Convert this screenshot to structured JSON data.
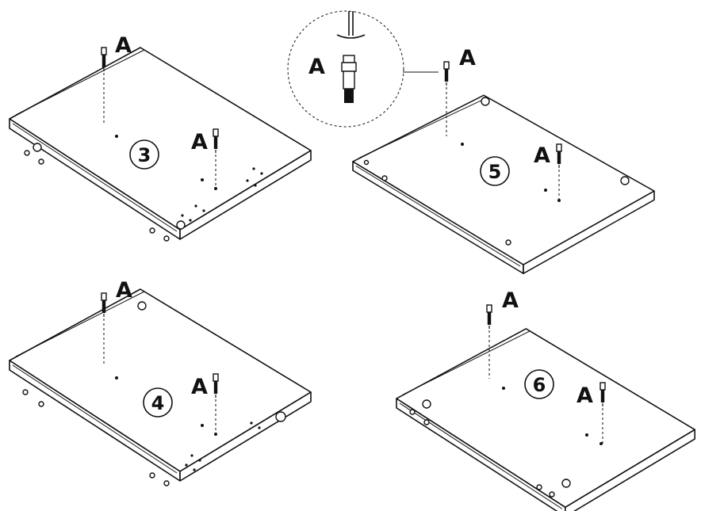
{
  "diagram": {
    "part_label": "A",
    "panels": [
      {
        "step": "3"
      },
      {
        "step": "5"
      },
      {
        "step": "4"
      },
      {
        "step": "6"
      }
    ],
    "detail": {
      "label": "A"
    }
  }
}
